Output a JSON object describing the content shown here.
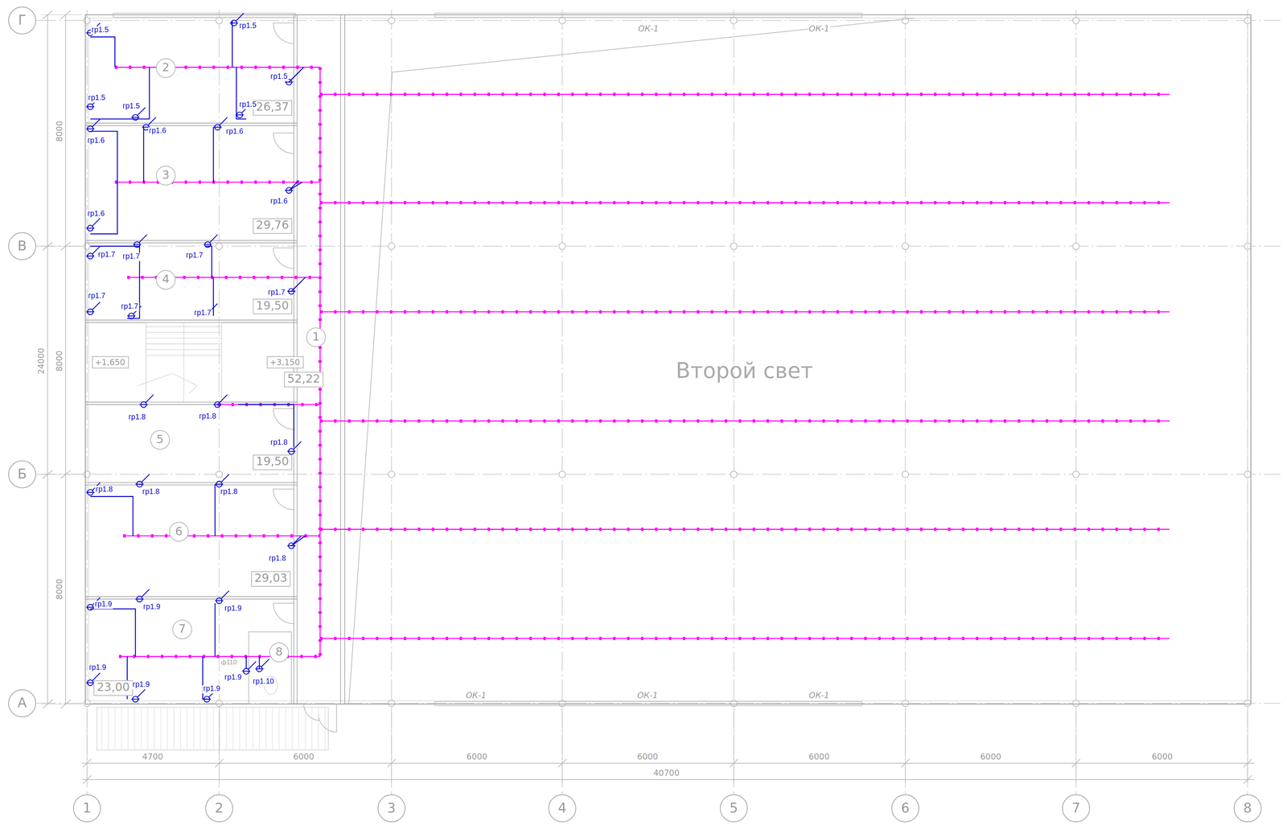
{
  "diagram": {
    "nodes": [
      {
        "text": [
          "Г"
        ]
      },
      {
        "text": [
          "2"
        ]
      },
      {
        "text": [
          "26,37"
        ]
      },
      {
        "text": [
          "3"
        ]
      },
      {
        "text": [
          "29,76"
        ]
      },
      {
        "text": [
          "В"
        ]
      },
      {
        "text": [
          "4"
        ]
      },
      {
        "text": [
          "19,50"
        ]
      },
      {
        "text": [
          "1"
        ]
      },
      {
        "text": [
          "+1,650"
        ]
      },
      {
        "text": [
          "+3,150"
        ]
      },
      {
        "text": [
          "52,22"
        ]
      },
      {
        "text": [
          "5"
        ]
      },
      {
        "text": [
          "19,50"
        ]
      },
      {
        "text": [
          "Б"
        ]
      },
      {
        "text": [
          "6"
        ]
      },
      {
        "text": [
          "29,03"
        ]
      },
      {
        "text": [
          "7"
        ]
      },
      {
        "text": [
          "8"
        ]
      },
      {
        "text": [
          "23,00"
        ]
      },
      {
        "text": [
          "А"
        ]
      },
      {
        "text": [
          "1"
        ]
      },
      {
        "text": [
          "2"
        ]
      },
      {
        "text": [
          "3"
        ]
      },
      {
        "text": [
          "4"
        ]
      },
      {
        "text": [
          "5"
        ]
      },
      {
        "text": [
          "6"
        ]
      },
      {
        "text": [
          "7"
        ]
      },
      {
        "text": [
          "8"
        ]
      }
    ],
    "labels": [
      "гр1.5",
      "гр1.5",
      "гр1.5",
      "гр1.5",
      "гр1.5",
      "гр1.5",
      "гр1.6",
      "гр1.6",
      "гр1.6",
      "гр1.6",
      "гр1.6",
      "гр1.7",
      "гр1.7",
      "гр1.7",
      "гр1.7",
      "гр1.7",
      "гр1.7",
      "гр1.7",
      "гр1.8",
      "гр1.8",
      "гр1.8",
      "гр1.8",
      "гр1.8",
      "гр1.8",
      "гр1.8",
      "гр1.9",
      "гр1.9",
      "гр1.9",
      "гр1.9",
      "гр1.9",
      "гр1.9",
      "гр1.9",
      "гр1.10",
      "ф110",
      "ОК-1",
      "ОК-1",
      "ОК-1",
      "ОК-1",
      "ОК-1",
      "8000",
      "24000",
      "8000",
      "8000",
      "4700",
      "6000",
      "6000",
      "6000",
      "6000",
      "6000",
      "6000",
      "40700",
      "Второй свет"
    ]
  }
}
